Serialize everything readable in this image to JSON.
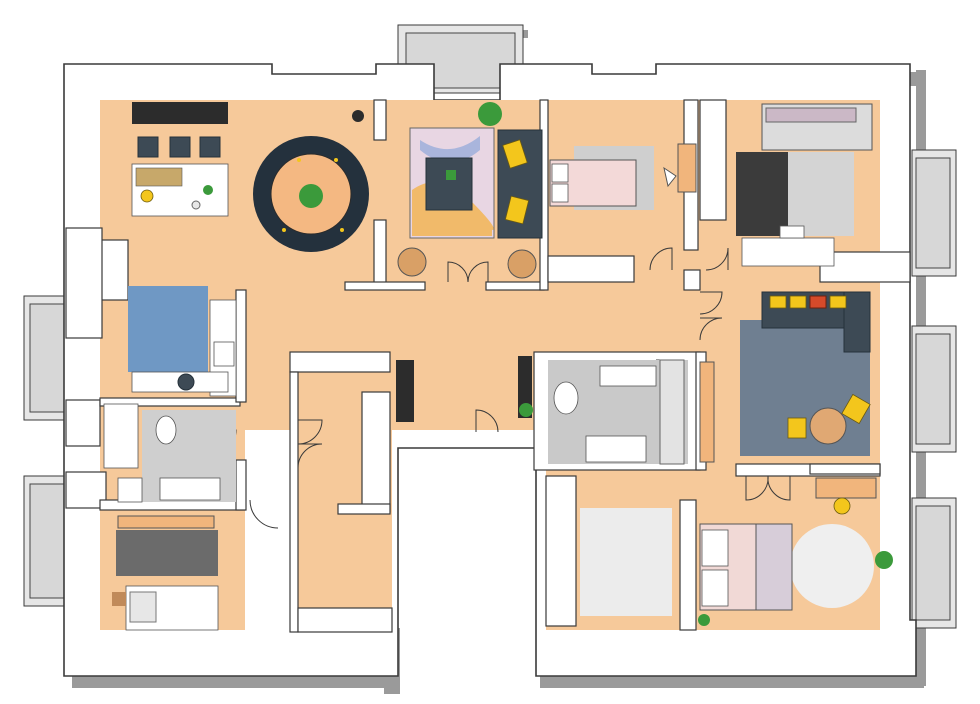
{
  "colors": {
    "floor": "#f6c99a",
    "wall": "#ffffff",
    "outline": "#3a3a3a",
    "window_glass": "#d7d7d7",
    "dark_furniture": "#3d4a55",
    "accent_yellow": "#f3c61c",
    "rug_grey": "#6f7f91",
    "bathroom_floor": "#cfcfcf"
  },
  "icons": [
    "dining-table",
    "kitchen-island",
    "sofa",
    "bed",
    "toilet",
    "bathtub",
    "armchair",
    "plant",
    "rug",
    "desk"
  ]
}
